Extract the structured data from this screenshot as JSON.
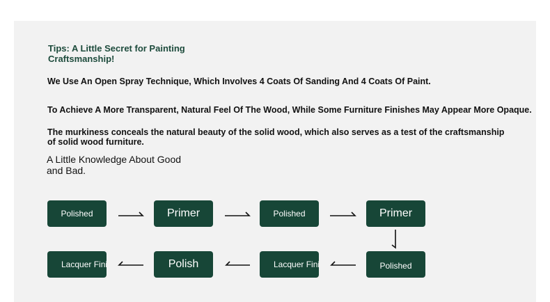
{
  "tips": {
    "title": "Tips: A Little Secret for Painting Craftsmanship!"
  },
  "paragraphs": {
    "p1": "We Use An Open Spray Technique, Which Involves 4 Coats Of Sanding And 4 Coats Of Paint.",
    "p2": "To Achieve A More Transparent, Natural Feel Of The Wood, While Some Furniture Finishes May Appear More Opaque.",
    "p3": "The murkiness conceals the natural beauty of the solid wood, which also serves as a test of the craftsmanship of solid wood furniture."
  },
  "knowledge": {
    "heading": "A Little Knowledge About Good and Bad."
  },
  "flow": {
    "row1": [
      "Polished",
      "Primer",
      "Polished",
      "Primer"
    ],
    "row2": [
      "Lacquer Finish",
      "Polish",
      "Lacquer Finish",
      "Polished"
    ]
  },
  "colors": {
    "accent": "#174637",
    "title_green": "#1d4b3c",
    "panel": "#f2f2f2"
  }
}
